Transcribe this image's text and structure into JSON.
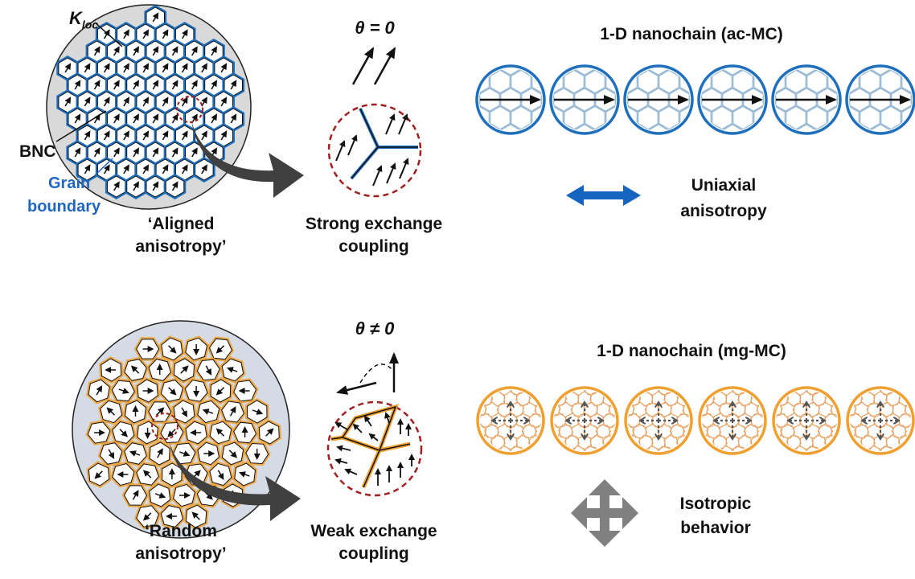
{
  "top": {
    "kloc_main": "K",
    "kloc_sub": "loc",
    "bnc": "BNC",
    "grain_boundary": [
      "Grain",
      "boundary"
    ],
    "aligned_label": [
      "‘Aligned",
      "anisotropy’"
    ],
    "theta": "θ = 0",
    "coupling": [
      "Strong exchange",
      "coupling"
    ],
    "chain_title": "1-D nanochain (ac-MC)",
    "anisotropy": [
      "Uniaxial",
      "anisotropy"
    ]
  },
  "bottom": {
    "random_label": [
      "‘Random",
      "anisotropy’"
    ],
    "theta": "θ ≠ 0",
    "coupling": [
      "Weak exchange",
      "coupling"
    ],
    "chain_title": "1-D nanochain (mg-MC)",
    "behavior": [
      "Isotropic",
      "behavior"
    ]
  },
  "colors": {
    "ac_blue": "#1f6fbf",
    "mg_orange": "#f0a030",
    "grain_fill": "#d9d9d9",
    "dashed_red": "#a02020",
    "big_arrow": "#404040",
    "double_arrow_blue": "#1565c0",
    "cross_arrow_gray": "#808080"
  },
  "icons": [
    "aligned-grain-particle-icon",
    "random-grain-particle-icon",
    "zoom-arrow-icon",
    "uniaxial-double-arrow-icon",
    "isotropic-cross-arrow-icon"
  ]
}
